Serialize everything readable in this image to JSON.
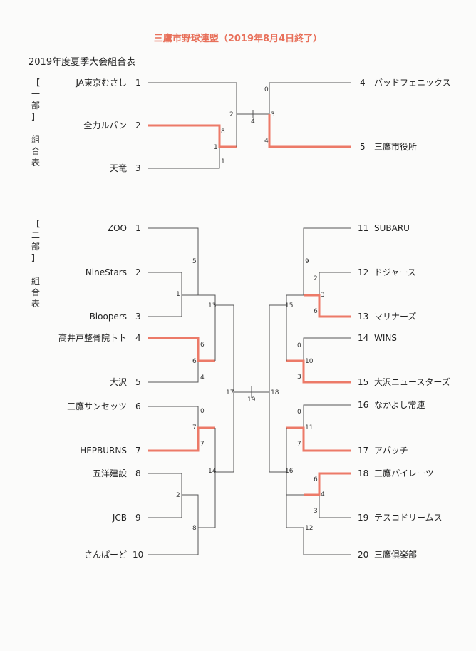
{
  "title": "三鷹市野球連盟（2019年8月4日終了）",
  "subtitle": "2019年度夏季大会組合表",
  "division1": {
    "label": [
      "【",
      "一",
      "部",
      "】",
      "",
      "組",
      "合",
      "表"
    ],
    "left_teams": [
      {
        "name": "JA東京むさし",
        "no": "1"
      },
      {
        "name": "全力ルパン",
        "no": "2"
      },
      {
        "name": "天竜",
        "no": "3"
      }
    ],
    "right_teams": [
      {
        "name": "バッドフェニックス",
        "no": "4"
      },
      {
        "name": "三鷹市役所",
        "no": "5"
      }
    ],
    "scores": [
      "0",
      "3",
      "4",
      "2",
      "4",
      "8",
      "1",
      "1"
    ]
  },
  "division2": {
    "label": [
      "【",
      "二",
      "部",
      "】",
      "",
      "組",
      "合",
      "表"
    ],
    "left_teams": [
      {
        "name": "ZOO",
        "no": "1"
      },
      {
        "name": "NineStars",
        "no": "2"
      },
      {
        "name": "Bloopers",
        "no": "3"
      },
      {
        "name": "高井戸整骨院トト",
        "no": "4"
      },
      {
        "name": "大沢",
        "no": "5"
      },
      {
        "name": "三鷹サンセッツ",
        "no": "6"
      },
      {
        "name": "HEPBURNS",
        "no": "7"
      },
      {
        "name": "五洋建設",
        "no": "8"
      },
      {
        "name": "JCB",
        "no": "9"
      },
      {
        "name": "さんぱーど",
        "no": "10"
      }
    ],
    "right_teams": [
      {
        "name": "SUBARU",
        "no": "11"
      },
      {
        "name": "ドジャース",
        "no": "12"
      },
      {
        "name": "マリナーズ",
        "no": "13"
      },
      {
        "name": "WINS",
        "no": "14"
      },
      {
        "name": "大沢ニュースターズ",
        "no": "15"
      },
      {
        "name": "なかよし常連",
        "no": "16"
      },
      {
        "name": "アパッチ",
        "no": "17"
      },
      {
        "name": "三鷹パイレーツ",
        "no": "18"
      },
      {
        "name": "テスコドリームス",
        "no": "19"
      },
      {
        "name": "三鷹倶楽部",
        "no": "20"
      }
    ],
    "left_scores": [
      "5",
      "1",
      "13",
      "6",
      "6",
      "4",
      "17",
      "0",
      "7",
      "7",
      "14",
      "2",
      "8"
    ],
    "right_scores": [
      "9",
      "2",
      "3",
      "6",
      "15",
      "0",
      "10",
      "3",
      "18",
      "19",
      "0",
      "11",
      "7",
      "16",
      "6",
      "4",
      "3",
      "12"
    ]
  },
  "colors": {
    "title": "#e8705a",
    "winner_line": "#ec7a68",
    "line": "#555555"
  }
}
